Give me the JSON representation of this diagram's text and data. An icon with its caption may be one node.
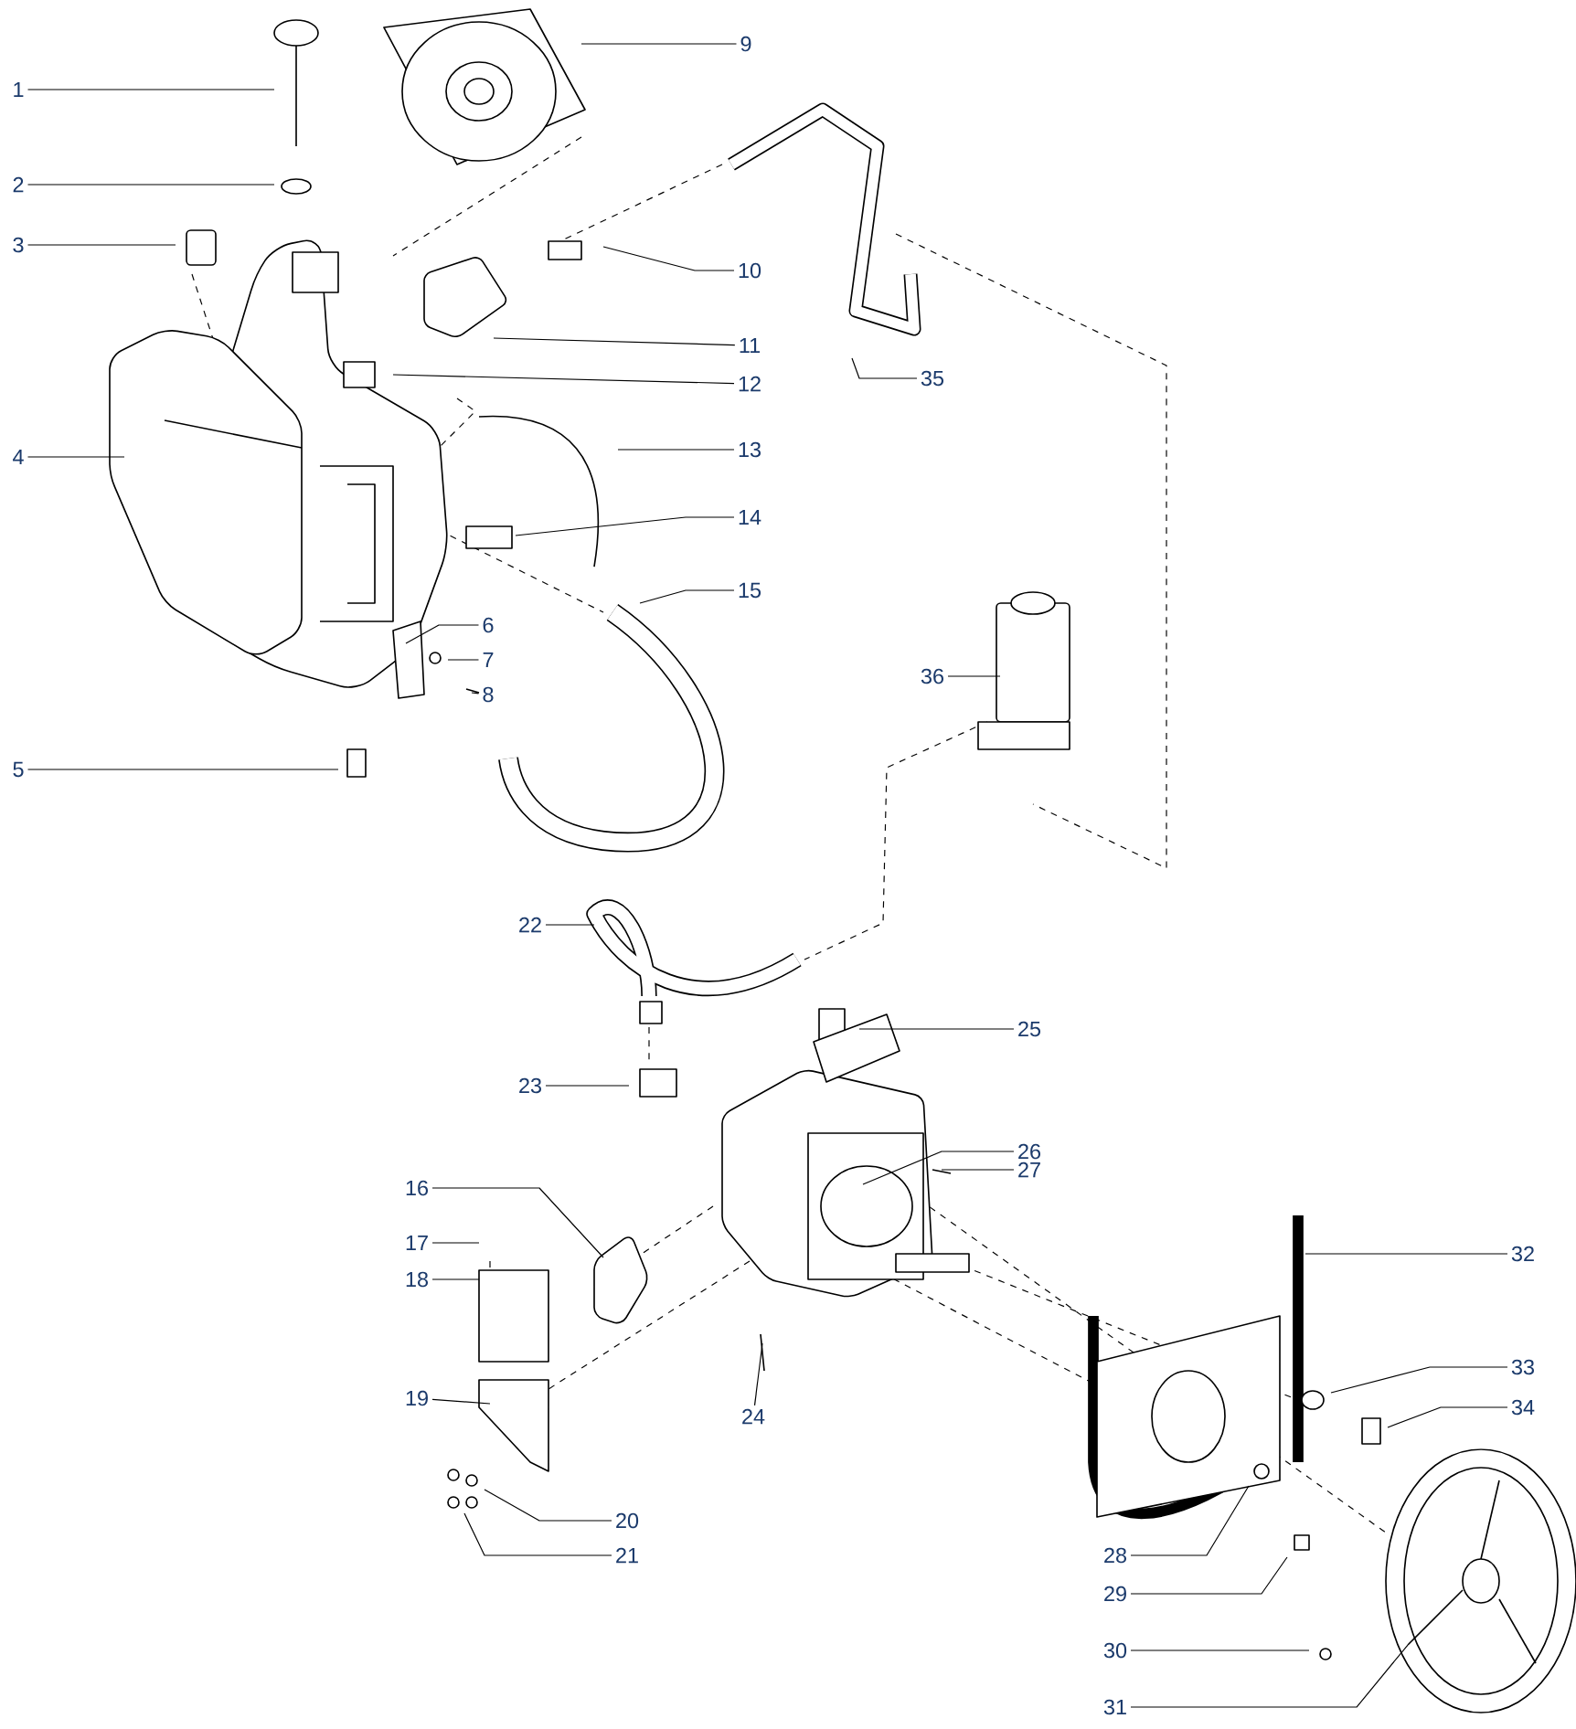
{
  "diagram": {
    "nodes": [
      {
        "text": [
          "1"
        ]
      },
      {
        "text": [
          "2"
        ]
      },
      {
        "text": [
          "3"
        ]
      },
      {
        "text": [
          "4"
        ]
      },
      {
        "text": [
          "5"
        ]
      },
      {
        "text": [
          "6"
        ]
      },
      {
        "text": [
          "7"
        ]
      },
      {
        "text": [
          "8"
        ]
      },
      {
        "text": [
          "9"
        ]
      },
      {
        "text": [
          "10"
        ]
      },
      {
        "text": [
          "11"
        ]
      },
      {
        "text": [
          "12"
        ]
      },
      {
        "text": [
          "13"
        ]
      },
      {
        "text": [
          "14"
        ]
      },
      {
        "text": [
          "15"
        ]
      },
      {
        "text": [
          "16"
        ]
      },
      {
        "text": [
          "17"
        ]
      },
      {
        "text": [
          "18"
        ]
      },
      {
        "text": [
          "19"
        ]
      },
      {
        "text": [
          "20"
        ]
      },
      {
        "text": [
          "21"
        ]
      },
      {
        "text": [
          "22"
        ]
      },
      {
        "text": [
          "23"
        ]
      },
      {
        "text": [
          "24"
        ]
      },
      {
        "text": [
          "25"
        ]
      },
      {
        "text": [
          "26"
        ]
      },
      {
        "text": [
          "27"
        ]
      },
      {
        "text": [
          "28"
        ]
      },
      {
        "text": [
          "29"
        ]
      },
      {
        "text": [
          "30"
        ]
      },
      {
        "text": [
          "31"
        ]
      },
      {
        "text": [
          "32"
        ]
      },
      {
        "text": [
          "33"
        ]
      },
      {
        "text": [
          "34"
        ]
      },
      {
        "text": [
          "35"
        ]
      },
      {
        "text": [
          "36"
        ]
      }
    ],
    "edges": [
      {
        "from": 0,
        "to": null,
        "arrow": "none"
      },
      {
        "from": 1,
        "to": null,
        "arrow": "none"
      },
      {
        "from": 2,
        "to": null,
        "arrow": "none"
      },
      {
        "from": 3,
        "to": null,
        "arrow": "none"
      },
      {
        "from": 4,
        "to": null,
        "arrow": "none"
      },
      {
        "from": 5,
        "to": null,
        "arrow": "none"
      },
      {
        "from": 6,
        "to": null,
        "arrow": "none"
      },
      {
        "from": 7,
        "to": null,
        "arrow": "none"
      },
      {
        "from": 8,
        "to": null,
        "arrow": "none"
      },
      {
        "from": 9,
        "to": null,
        "arrow": "none"
      },
      {
        "from": 10,
        "to": null,
        "arrow": "none"
      },
      {
        "from": 11,
        "to": null,
        "arrow": "none"
      },
      {
        "from": 12,
        "to": null,
        "arrow": "none"
      },
      {
        "from": 13,
        "to": null,
        "arrow": "none"
      },
      {
        "from": 14,
        "to": null,
        "arrow": "none"
      },
      {
        "from": 15,
        "to": null,
        "arrow": "none"
      },
      {
        "from": 16,
        "to": null,
        "arrow": "none"
      },
      {
        "from": 17,
        "to": null,
        "arrow": "none"
      },
      {
        "from": 18,
        "to": null,
        "arrow": "none"
      },
      {
        "from": 19,
        "to": null,
        "arrow": "none"
      },
      {
        "from": 20,
        "to": null,
        "arrow": "none"
      },
      {
        "from": 21,
        "to": null,
        "arrow": "none"
      },
      {
        "from": 22,
        "to": null,
        "arrow": "none"
      },
      {
        "from": 23,
        "to": null,
        "arrow": "none"
      },
      {
        "from": 24,
        "to": null,
        "arrow": "none"
      },
      {
        "from": 25,
        "to": null,
        "arrow": "none"
      },
      {
        "from": 26,
        "to": null,
        "arrow": "none"
      },
      {
        "from": 27,
        "to": null,
        "arrow": "none"
      },
      {
        "from": 28,
        "to": null,
        "arrow": "none"
      },
      {
        "from": 29,
        "to": null,
        "arrow": "none"
      },
      {
        "from": 30,
        "to": null,
        "arrow": "none"
      },
      {
        "from": 31,
        "to": null,
        "arrow": "none"
      },
      {
        "from": 32,
        "to": null,
        "arrow": "none"
      },
      {
        "from": 33,
        "to": null,
        "arrow": "none"
      },
      {
        "from": 34,
        "to": null,
        "arrow": "none"
      },
      {
        "from": 35,
        "to": null,
        "arrow": "none"
      }
    ]
  }
}
